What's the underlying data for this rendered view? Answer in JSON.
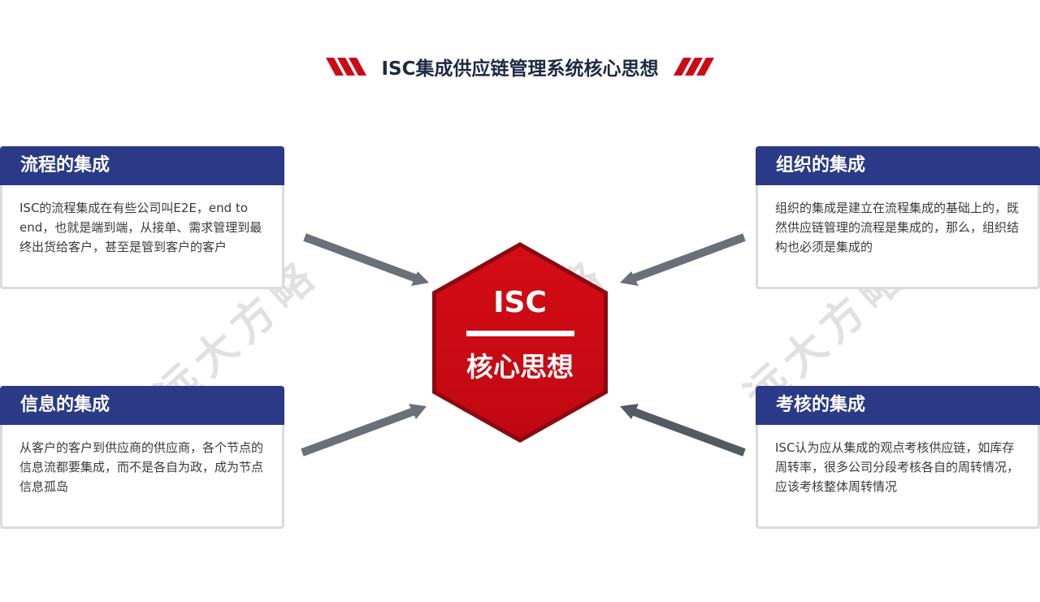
{
  "title": "ISC集成供应链管理系统核心思想",
  "center": {
    "label_top": "ISC",
    "label_bottom": "核心思想"
  },
  "cards": {
    "tl": {
      "title": "流程的集成",
      "body": "ISC的流程集成在有些公司叫E2E，end to end，也就是端到端，从接单、需求管理到最终出货给客户，甚至是管到客户的客户"
    },
    "tr": {
      "title": "组织的集成",
      "body": "组织的集成是建立在流程集成的基础上的，既然供应链管理的流程是集成的，那么，组织结构也必须是集成的"
    },
    "bl": {
      "title": "信息的集成",
      "body": "从客户的客户到供应商的供应商，各个节点的信息流都要集成，而不是各自为政，成为节点信息孤岛"
    },
    "br": {
      "title": "考核的集成",
      "body": "ISC认为应从集成的观点考核供应链，如库存周转率，很多公司分段考核各自的周转情况，应该考核整体周转情况"
    }
  },
  "watermark": "远大方略",
  "colors": {
    "accent_red": "#cc0a14",
    "card_header": "#2a3a86",
    "arrow": "#6a7078",
    "title_text": "#1d2a44"
  }
}
